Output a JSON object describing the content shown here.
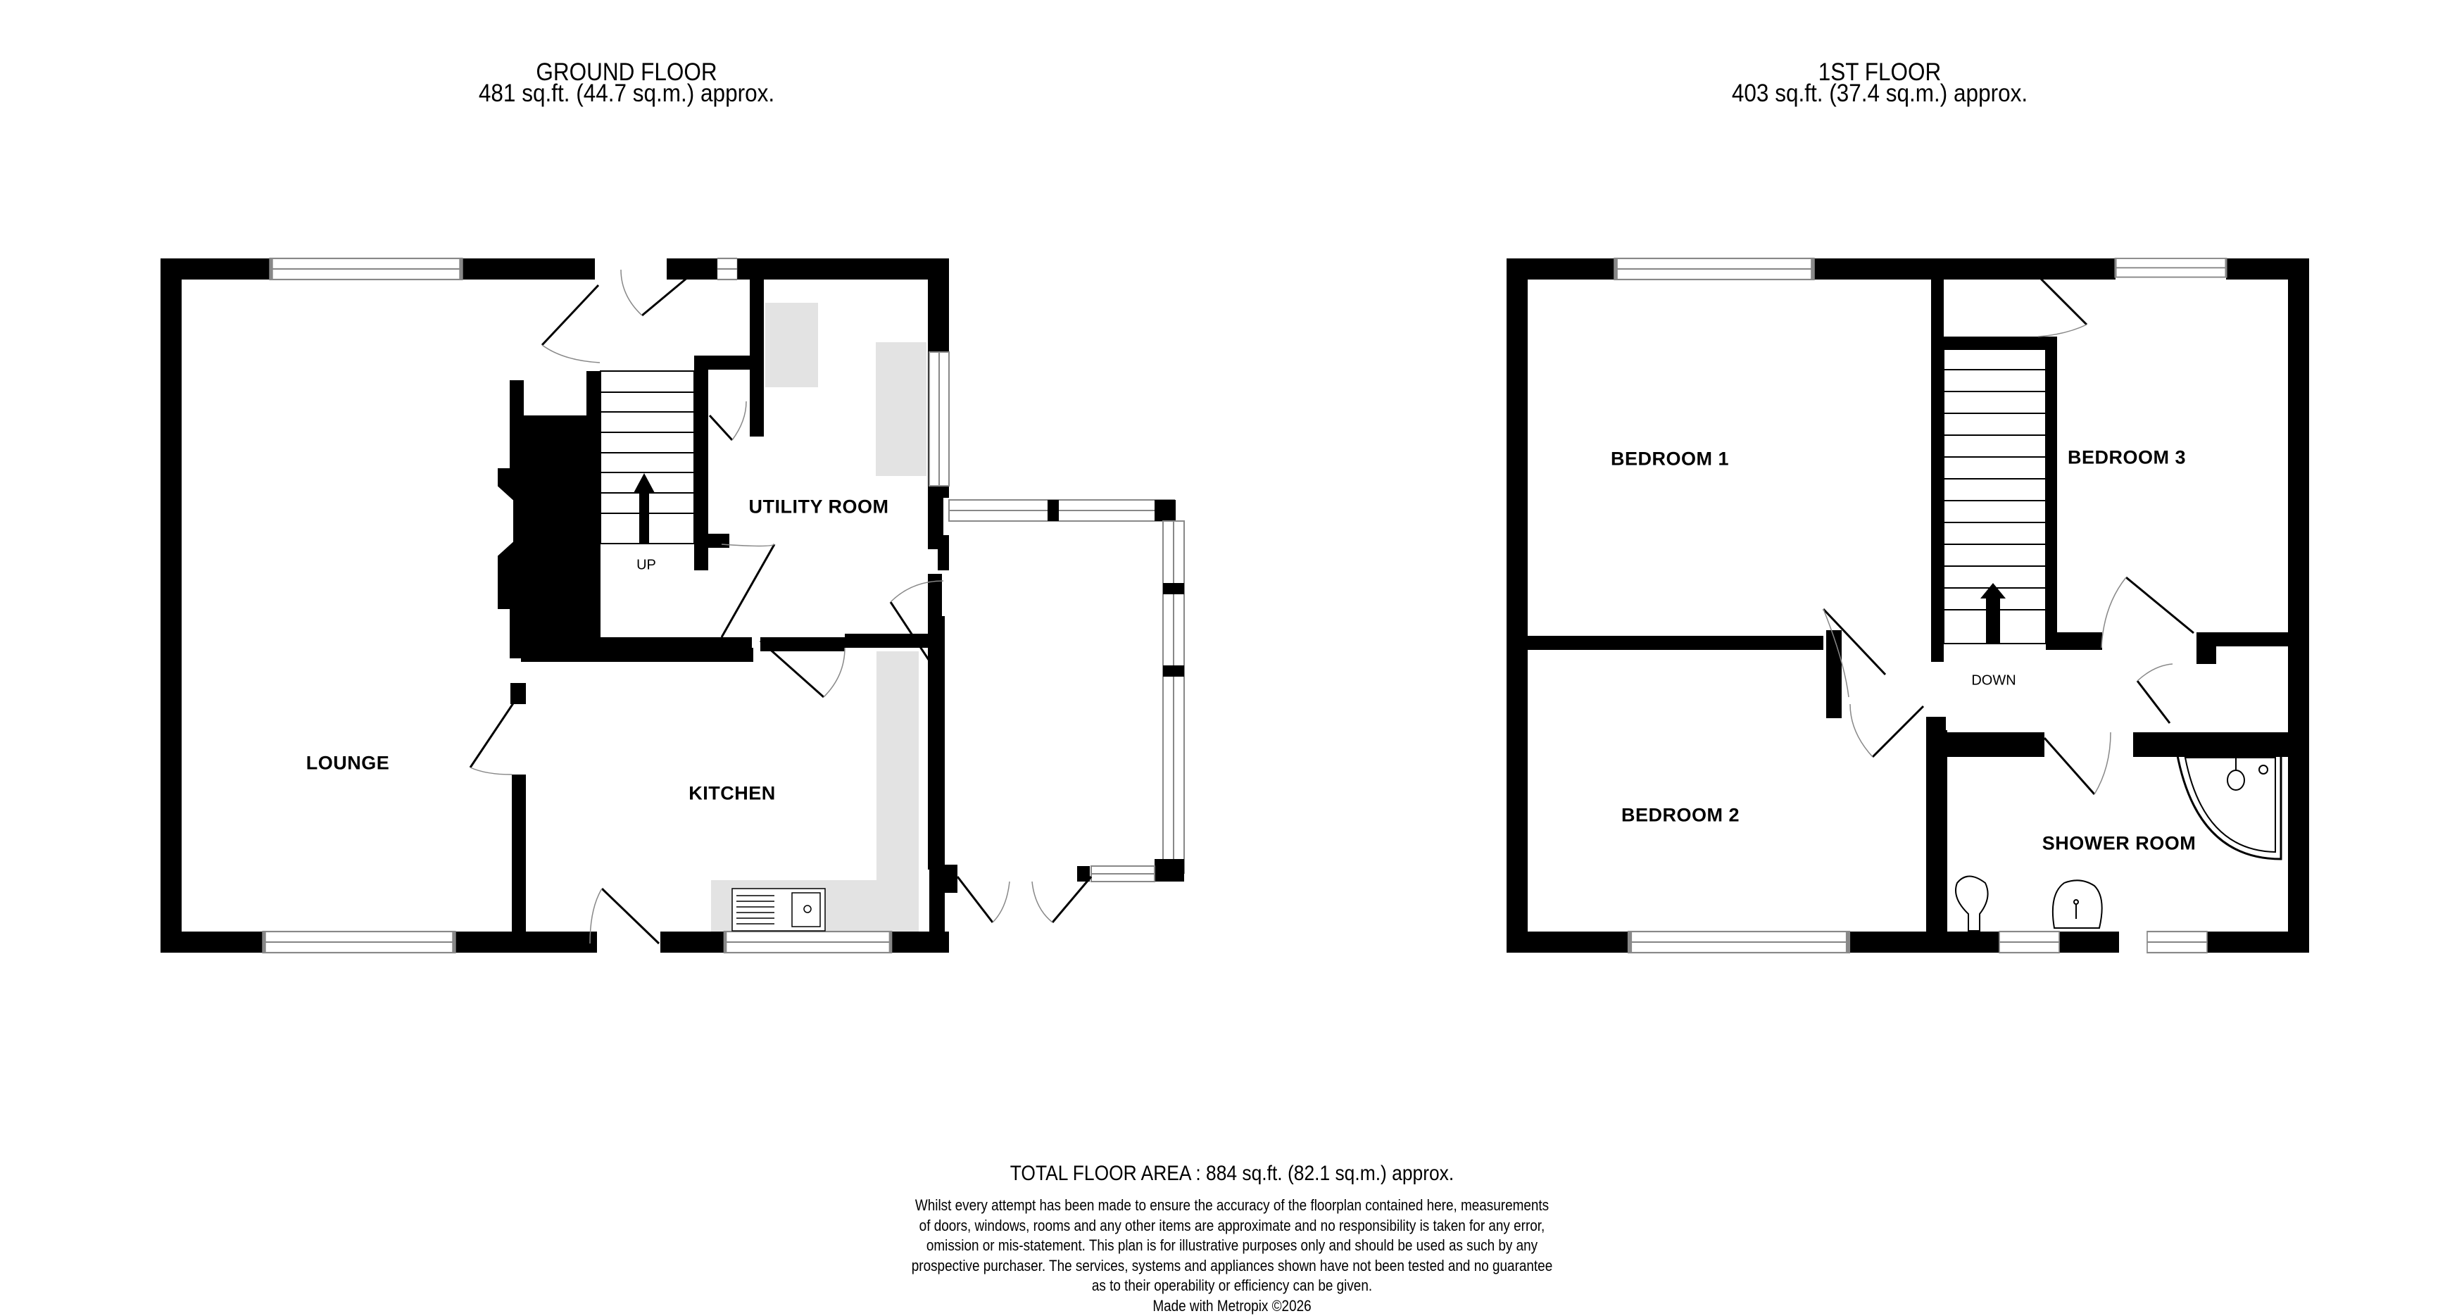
{
  "ground_floor": {
    "title": "GROUND FLOOR",
    "area": "481 sq.ft. (44.7 sq.m.) approx.",
    "rooms": {
      "lounge": "LOUNGE",
      "kitchen": "KITCHEN",
      "utility": "UTILITY ROOM"
    },
    "stairs_label": "UP"
  },
  "first_floor": {
    "title": "1ST FLOOR",
    "area": "403 sq.ft. (37.4 sq.m.) approx.",
    "rooms": {
      "bedroom1": "BEDROOM 1",
      "bedroom2": "BEDROOM 2",
      "bedroom3": "BEDROOM 3",
      "shower": "SHOWER ROOM"
    },
    "stairs_label": "DOWN"
  },
  "footer": {
    "total": "TOTAL FLOOR AREA : 884 sq.ft. (82.1 sq.m.) approx.",
    "disclaimer_lines": [
      "Whilst every attempt has been made to ensure the accuracy of the floorplan contained here, measurements",
      "of doors, windows, rooms and any other items are approximate and no responsibility is taken for any error,",
      "omission or mis-statement. This plan is for illustrative purposes only and should be used as such by any",
      "prospective purchaser. The services, systems and appliances shown have not been tested and no guarantee",
      "as to their operability or efficiency can be given."
    ],
    "credit": "Made with Metropix ©2026"
  },
  "colors": {
    "wall": "#000000",
    "fitted_unit": "#e3e3e3",
    "window_line": "#888888"
  }
}
